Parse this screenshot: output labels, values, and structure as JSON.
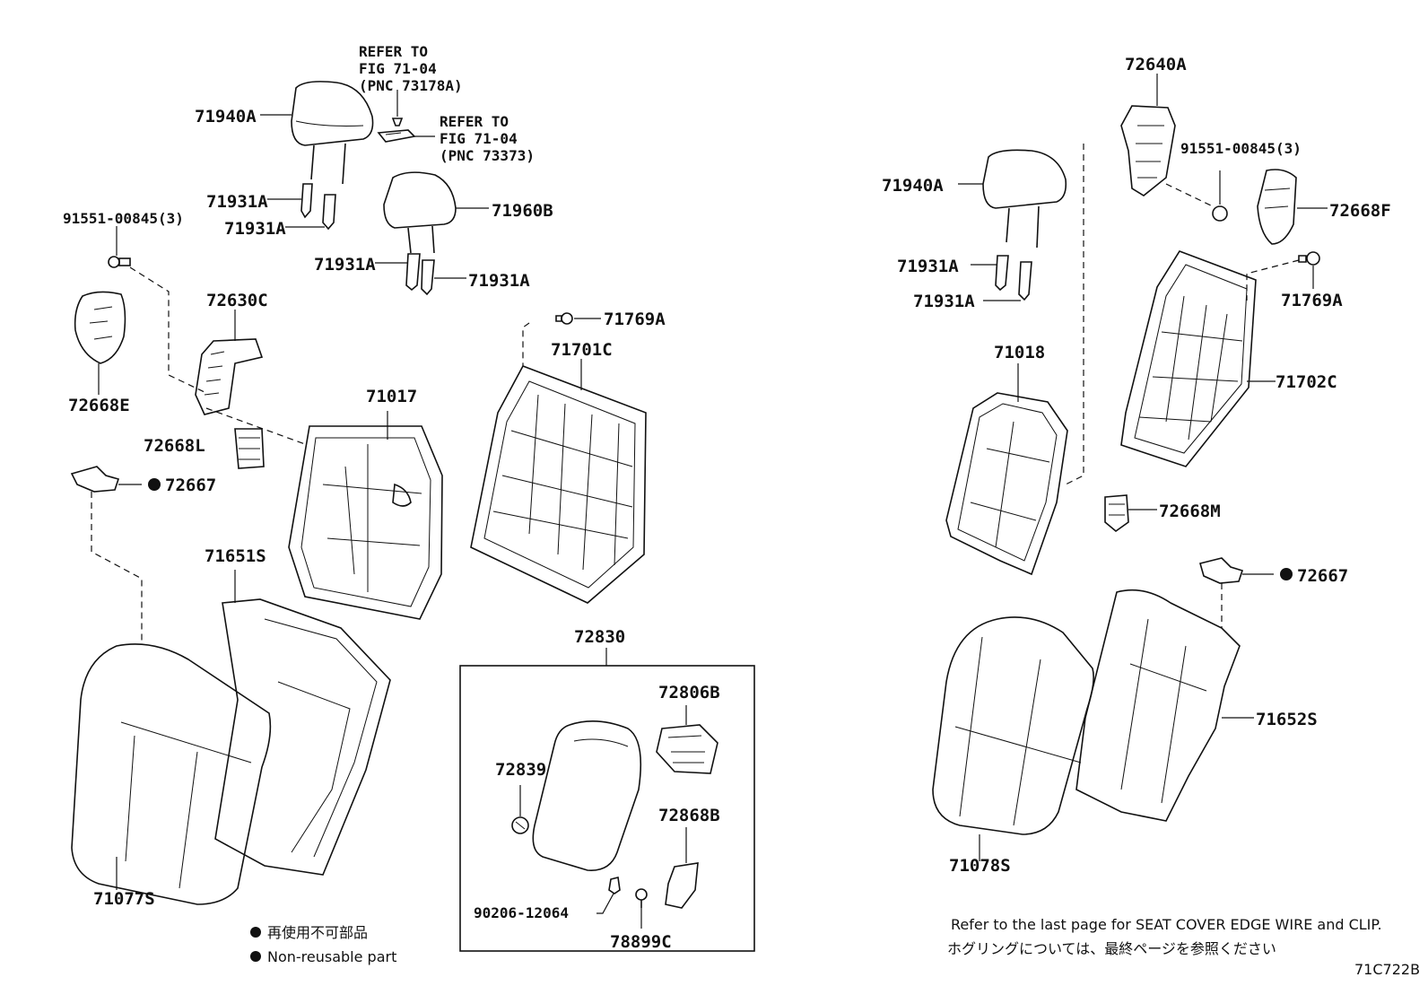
{
  "part_labels": {
    "p71940A_left": "71940A",
    "p71931A_l1": "71931A",
    "p71931A_l2": "71931A",
    "p71960B": "71960B",
    "p71931A_l3": "71931A",
    "p71931A_l4": "71931A",
    "p91551_left": "91551-00845(3)",
    "p72630C": "72630C",
    "p72668E": "72668E",
    "p72668L": "72668L",
    "p72667_left": "72667",
    "p71017": "71017",
    "p71769A_left": "71769A",
    "p71701C": "71701C",
    "p71651S": "71651S",
    "p71077S": "71077S",
    "p72830": "72830",
    "p72806B": "72806B",
    "p72839": "72839",
    "p72868B": "72868B",
    "p90206": "90206-12064",
    "p78899C": "78899C",
    "p72640A": "72640A",
    "p91551_right": "91551-00845(3)",
    "p71940A_right": "71940A",
    "p72668F": "72668F",
    "p71931A_r1": "71931A",
    "p71769A_right": "71769A",
    "p71931A_r2": "71931A",
    "p71018": "71018",
    "p71702C": "71702C",
    "p72668M": "72668M",
    "p72667_right": "72667",
    "p71652S": "71652S",
    "p71078S": "71078S"
  },
  "refer_notes": {
    "headrest_pin": [
      "REFER TO",
      "FIG 71-04",
      "(PNC 73178A)"
    ],
    "headrest_cap": [
      "REFER TO",
      "FIG 71-04",
      "(PNC 73373)"
    ]
  },
  "legend": {
    "jp": "再使用不可部品",
    "en": "Non-reusable part"
  },
  "footer": {
    "note_en": "Refer to the last page for SEAT COVER EDGE WIRE and CLIP.",
    "note_jp": "ホグリングについては、最終ページを参照ください",
    "diagram_code": "71C722B"
  }
}
